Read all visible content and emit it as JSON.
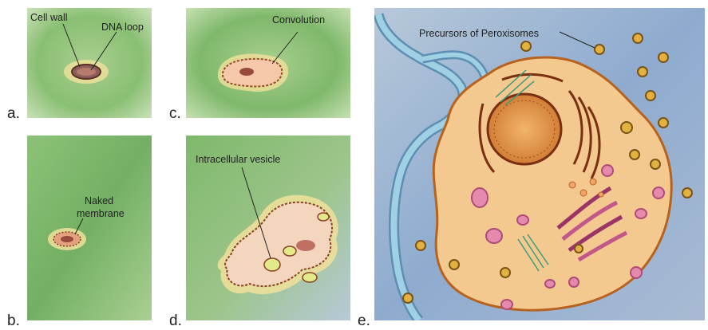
{
  "panels": {
    "a": {
      "label": "a.",
      "annotations": {
        "cell_wall": "Cell wall",
        "dna_loop": "DNA loop"
      }
    },
    "b": {
      "label": "b.",
      "annotations": {
        "naked_membrane_1": "Naked",
        "naked_membrane_2": "membrane"
      }
    },
    "c": {
      "label": "c.",
      "annotations": {
        "convolution": "Convolution"
      }
    },
    "d": {
      "label": "d.",
      "annotations": {
        "intracellular_vesicle": "Intracellular vesicle"
      }
    },
    "e": {
      "label": "e.",
      "annotations": {
        "precursors": "Precursors of Peroxisomes"
      }
    }
  },
  "colors": {
    "background_green": "#7fb36a",
    "background_blue": "#8aa9cf",
    "cytoplasm": "#f3c98f",
    "membrane": "#b8621f",
    "nucleus": "#e79a4f",
    "vesicle_pink": "#d66a92",
    "tube_blue": "#76b3cf",
    "peroxisome_gold": "#e1b240"
  }
}
